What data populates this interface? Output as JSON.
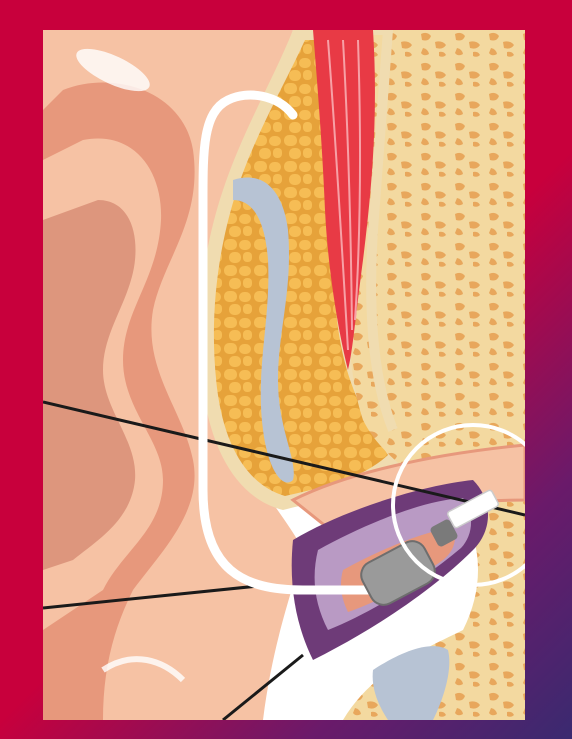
{
  "diagram": {
    "subject": "ear-canal-cross-section",
    "colors": {
      "frame": "#c8003c",
      "frame_gradient_end": "#3a2a70",
      "skin_light": "#f6c2a4",
      "skin_mid": "#e7987c",
      "skin_dark": "#c8735c",
      "cartilage": "#f1b347",
      "cartilage_edge": "#e6a23a",
      "bone": "#f3d9a0",
      "bone_pore": "#e8a75c",
      "muscle": "#e83a45",
      "gray_canal": "#b7c3d4",
      "purple_tissue": "#6e3b78",
      "device_body": "#9a9a9a",
      "tube_white": "#ffffff",
      "label_lines": "#1a1a1a",
      "callout_circle": "#ffffff"
    },
    "parts": [
      "outer-ear",
      "cartilage",
      "bone",
      "muscle",
      "ear-canal",
      "receiver-device",
      "tube",
      "callout-circle"
    ]
  }
}
